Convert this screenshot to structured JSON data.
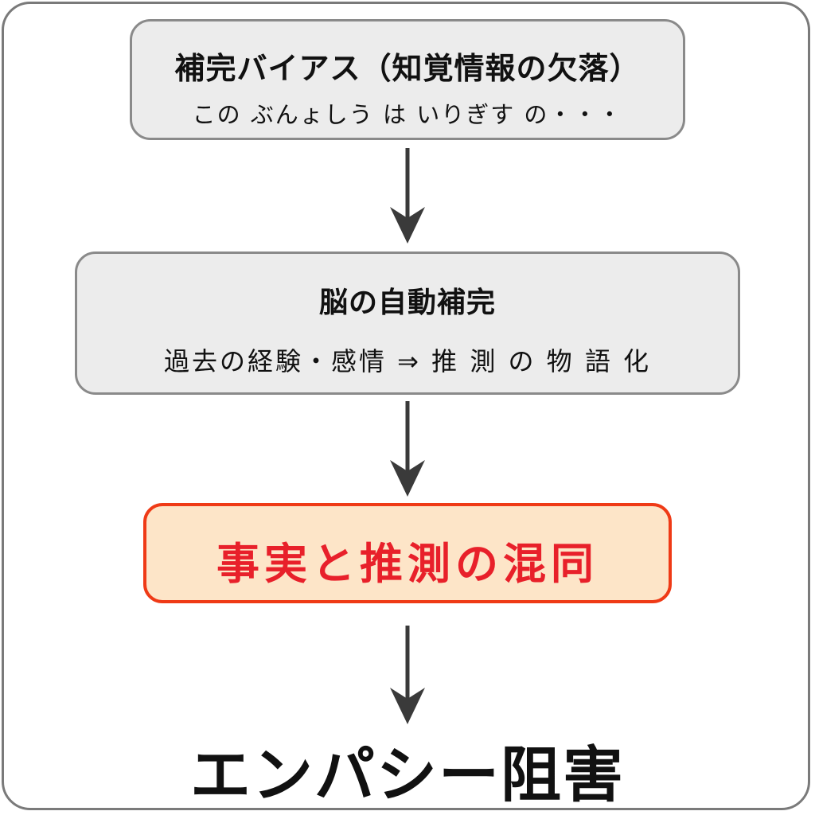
{
  "diagram": {
    "nodes": [
      {
        "id": "node1",
        "title": "補完バイアス（知覚情報の欠落）",
        "subtitle": "この ぶんょしう は いりぎす の・・・"
      },
      {
        "id": "node2",
        "title": "脳の自動補完",
        "subtitle": "過去の経験・感情 ⇒ 推 測 の 物 語 化"
      },
      {
        "id": "node3",
        "title": "事実と推測の混同",
        "accent_color": "#e8202a",
        "fill_color": "#fde5c8",
        "border_color": "#ef3a16"
      }
    ],
    "conclusion": "エンパシー阻害",
    "edges": [
      {
        "from": "node1",
        "to": "node2"
      },
      {
        "from": "node2",
        "to": "node3"
      },
      {
        "from": "node3",
        "to": "conclusion"
      }
    ],
    "colors": {
      "box_fill": "#ececec",
      "box_border": "#8a8a8a",
      "arrow": "#3a3a3a",
      "frame_border": "#7a7a7a"
    }
  }
}
